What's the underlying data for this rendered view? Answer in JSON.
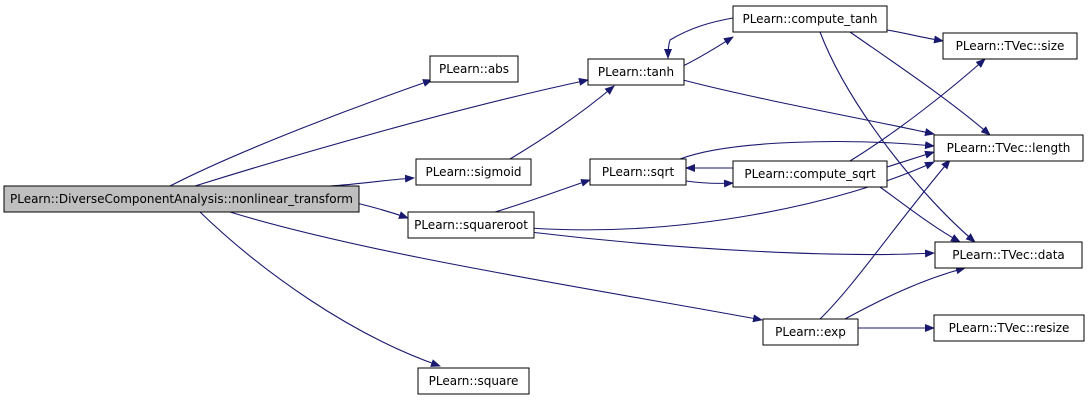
{
  "colors": {
    "edge": "#191970",
    "node_fill": "#ffffff",
    "root_fill": "#bfbfbf",
    "border": "#000000"
  },
  "nodes": [
    {
      "id": "root",
      "label": "PLearn::DiverseComponentAnalysis::nonlinear_transform",
      "root": true
    },
    {
      "id": "abs",
      "label": "PLearn::abs"
    },
    {
      "id": "tanh",
      "label": "PLearn::tanh"
    },
    {
      "id": "sigmoid",
      "label": "PLearn::sigmoid"
    },
    {
      "id": "squareroot",
      "label": "PLearn::squareroot"
    },
    {
      "id": "square",
      "label": "PLearn::square"
    },
    {
      "id": "compute_tanh",
      "label": "PLearn::compute_tanh"
    },
    {
      "id": "sqrt",
      "label": "PLearn::sqrt"
    },
    {
      "id": "compute_sqrt",
      "label": "PLearn::compute_sqrt"
    },
    {
      "id": "exp",
      "label": "PLearn::exp"
    },
    {
      "id": "size",
      "label": "PLearn::TVec::size"
    },
    {
      "id": "length",
      "label": "PLearn::TVec::length"
    },
    {
      "id": "data",
      "label": "PLearn::TVec::data"
    },
    {
      "id": "resize",
      "label": "PLearn::TVec::resize"
    }
  ],
  "edges": [
    {
      "from": "root",
      "to": "abs"
    },
    {
      "from": "root",
      "to": "tanh"
    },
    {
      "from": "root",
      "to": "sigmoid"
    },
    {
      "from": "root",
      "to": "squareroot"
    },
    {
      "from": "root",
      "to": "exp"
    },
    {
      "from": "root",
      "to": "square"
    },
    {
      "from": "sigmoid",
      "to": "tanh"
    },
    {
      "from": "tanh",
      "to": "compute_tanh"
    },
    {
      "from": "compute_tanh",
      "to": "tanh"
    },
    {
      "from": "tanh",
      "to": "length"
    },
    {
      "from": "squareroot",
      "to": "sqrt"
    },
    {
      "from": "squareroot",
      "to": "length"
    },
    {
      "from": "squareroot",
      "to": "data"
    },
    {
      "from": "sqrt",
      "to": "compute_sqrt"
    },
    {
      "from": "compute_sqrt",
      "to": "sqrt"
    },
    {
      "from": "sqrt",
      "to": "length"
    },
    {
      "from": "compute_tanh",
      "to": "size"
    },
    {
      "from": "compute_tanh",
      "to": "length"
    },
    {
      "from": "compute_tanh",
      "to": "data"
    },
    {
      "from": "compute_sqrt",
      "to": "size"
    },
    {
      "from": "compute_sqrt",
      "to": "length"
    },
    {
      "from": "compute_sqrt",
      "to": "data"
    },
    {
      "from": "exp",
      "to": "length"
    },
    {
      "from": "exp",
      "to": "data"
    },
    {
      "from": "exp",
      "to": "resize"
    }
  ]
}
